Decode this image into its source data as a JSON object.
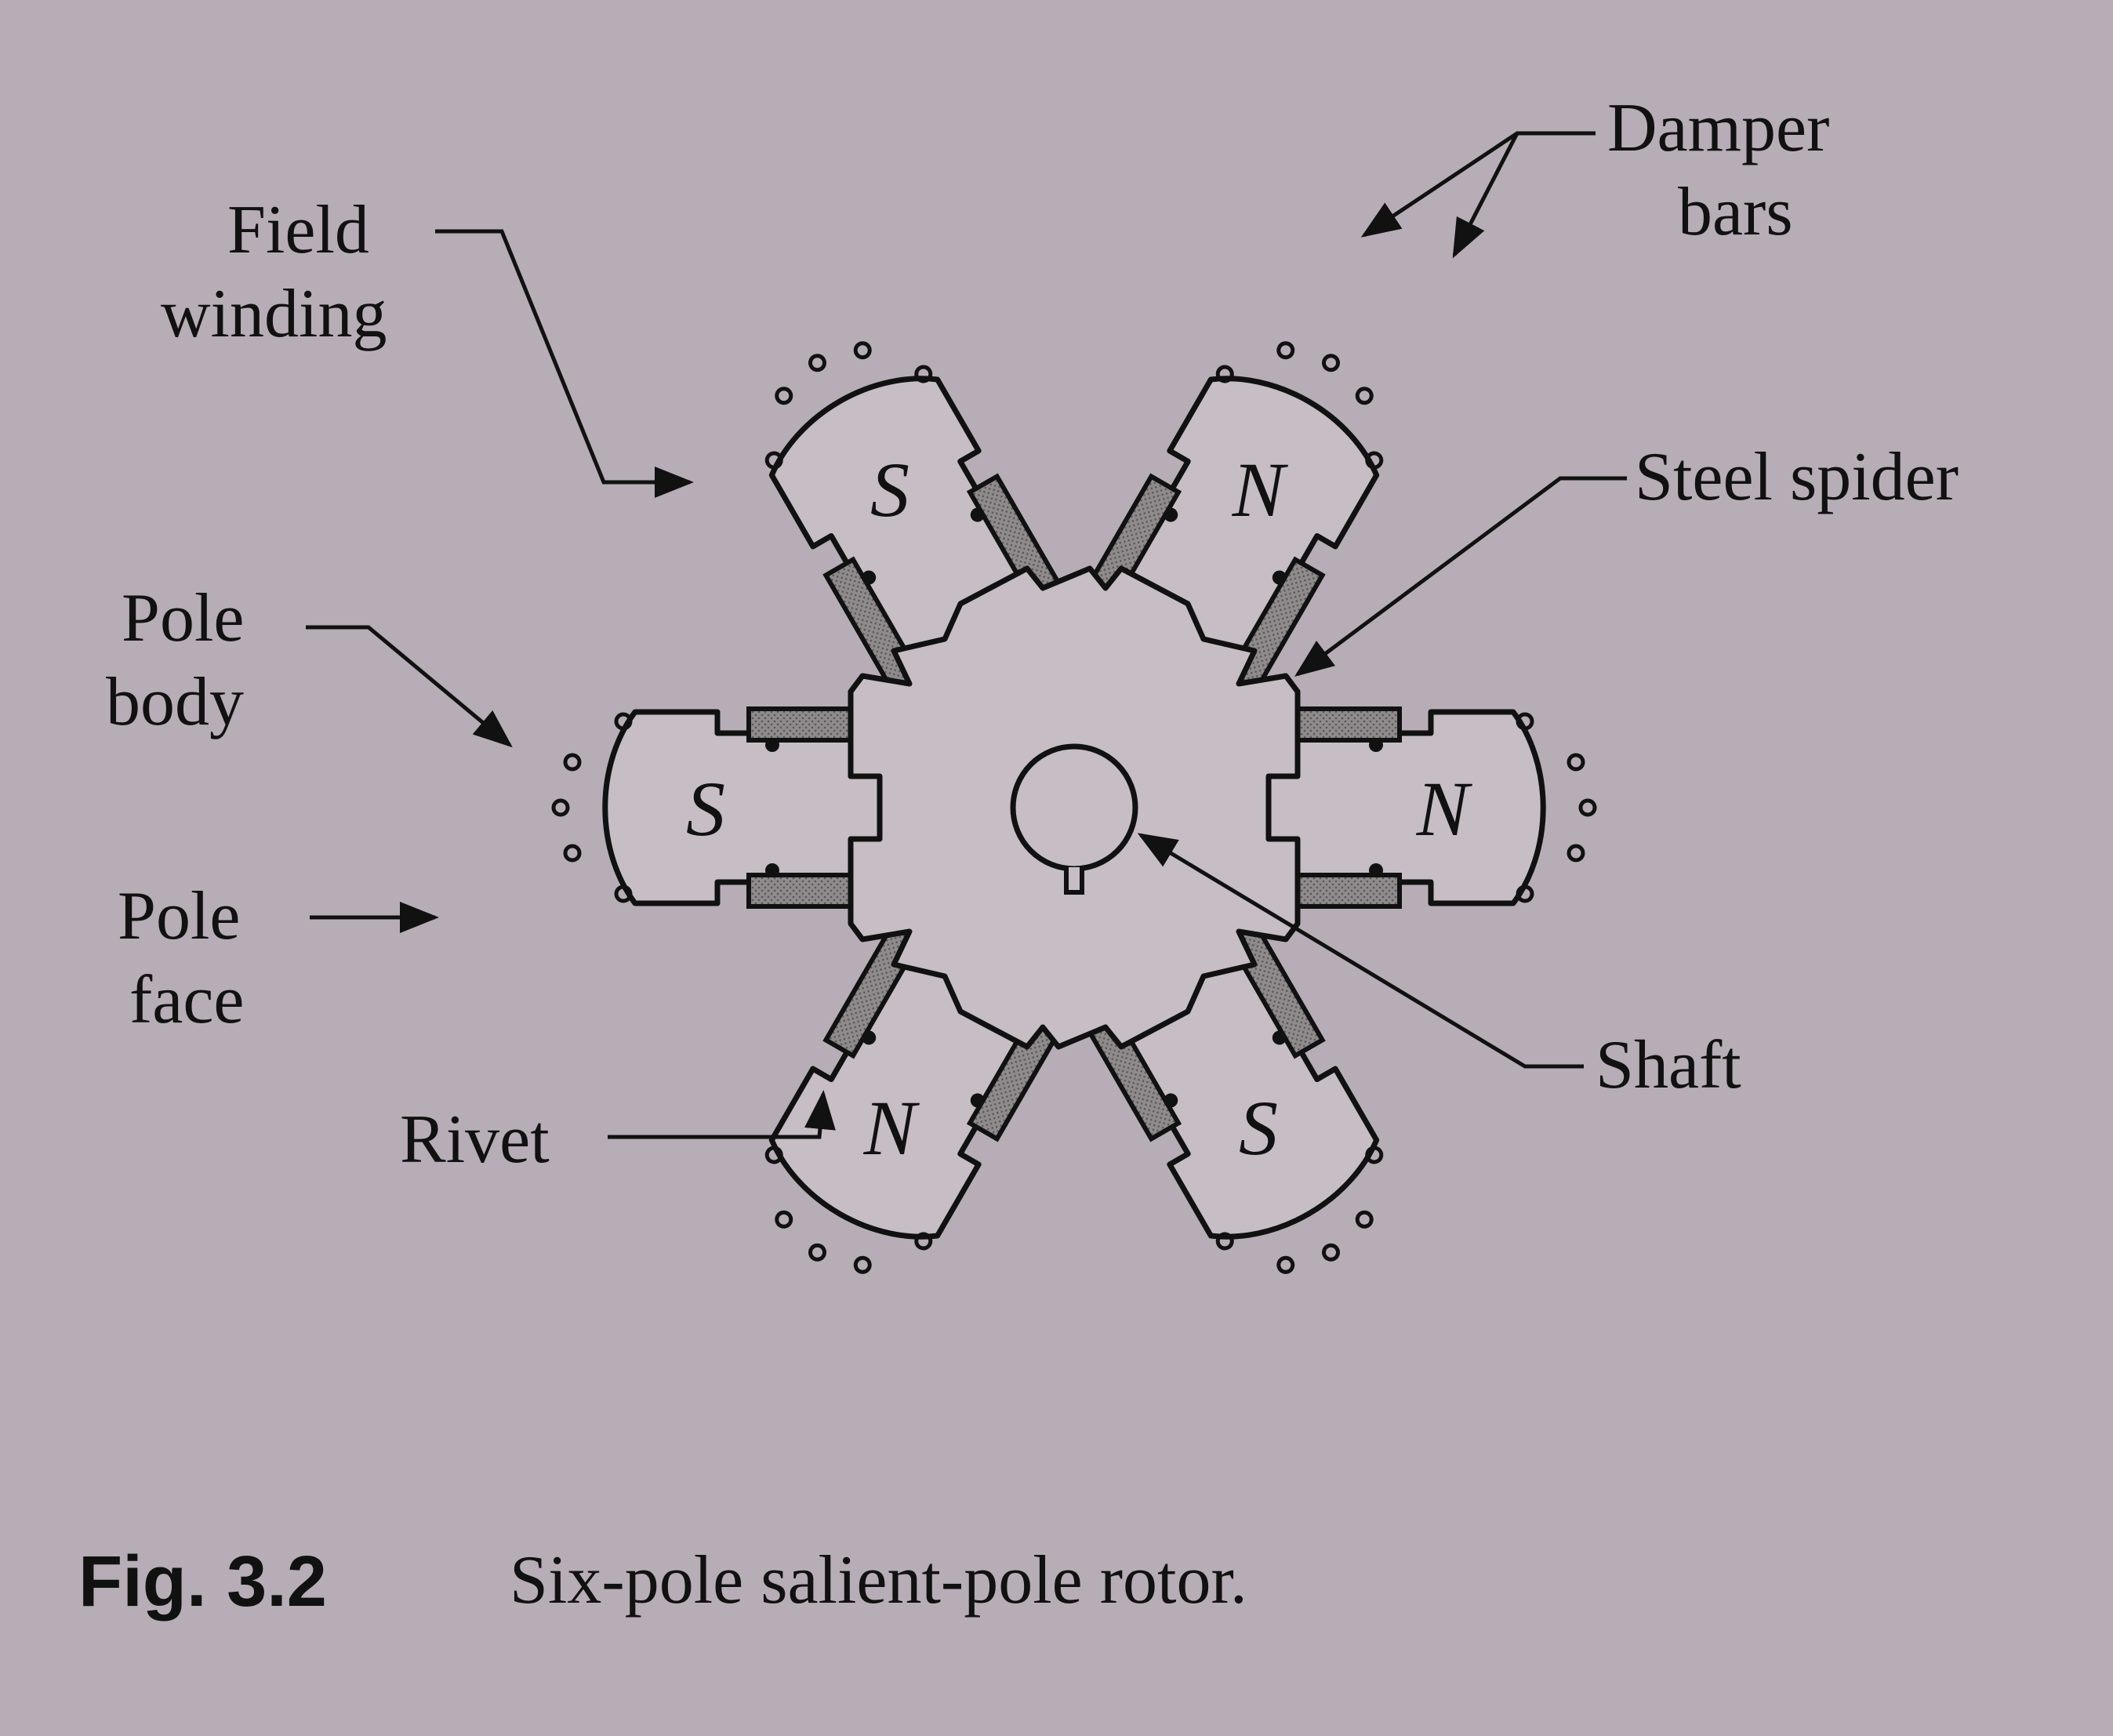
{
  "labels": {
    "damper_bars": [
      "Damper",
      "bars"
    ],
    "field_winding": [
      "Field",
      "winding"
    ],
    "steel_spider": "Steel spider",
    "pole_body": [
      "Pole",
      "body"
    ],
    "pole_face": [
      "Pole",
      "face"
    ],
    "shaft": "Shaft",
    "rivet": "Rivet"
  },
  "poles": [
    {
      "letter": "N",
      "angle_deg": -60
    },
    {
      "letter": "S",
      "angle_deg": -120
    },
    {
      "letter": "S",
      "angle_deg": 180
    },
    {
      "letter": "N",
      "angle_deg": 120
    },
    {
      "letter": "S",
      "angle_deg": 60
    },
    {
      "letter": "N",
      "angle_deg": 0
    }
  ],
  "caption": {
    "figure_number": "Fig. 3.2",
    "title": "Six-pole salient-pole rotor."
  },
  "colors": {
    "background": "#b7adb6",
    "rotor_fill": "#c6bdc5",
    "winding_fill": "#8e8a8c",
    "ink": "#111111"
  }
}
